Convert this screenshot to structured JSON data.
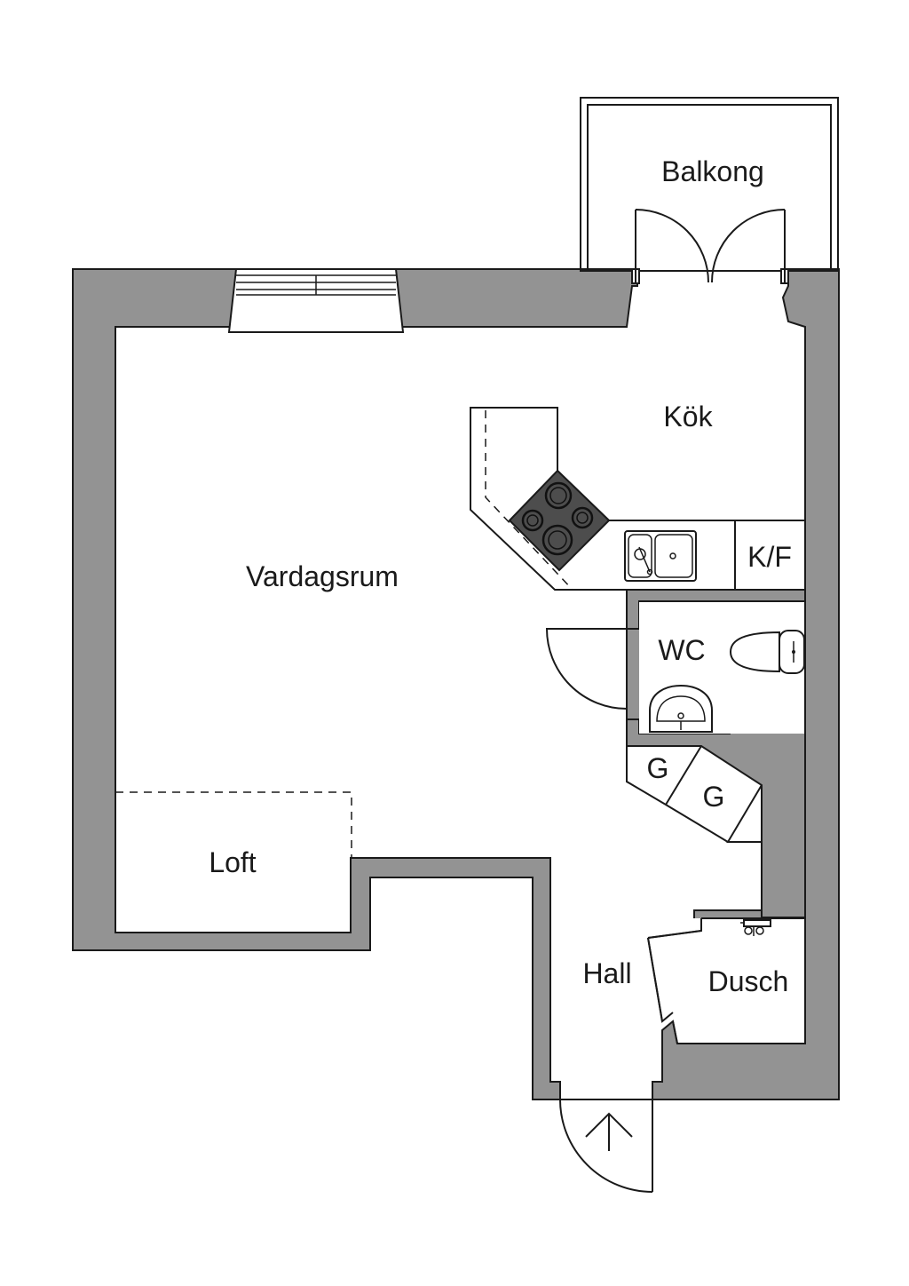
{
  "rooms": {
    "balkong": "Balkong",
    "kok": "Kök",
    "vardagsrum": "Vardagsrum",
    "kf": "K/F",
    "wc": "WC",
    "g1": "G",
    "g2": "G",
    "loft": "Loft",
    "hall": "Hall",
    "dusch": "Dusch"
  },
  "colors": {
    "wall": "#939393",
    "line": "#1a1a1a",
    "background": "#ffffff",
    "hob": "#4d4d4d"
  },
  "icons": {
    "entrance": "up-arrow-icon",
    "hob": "stove-icon",
    "sink": "kitchen-sink-icon",
    "toilet": "toilet-icon",
    "washbasin": "washbasin-icon",
    "shower": "shower-mixer-icon"
  }
}
